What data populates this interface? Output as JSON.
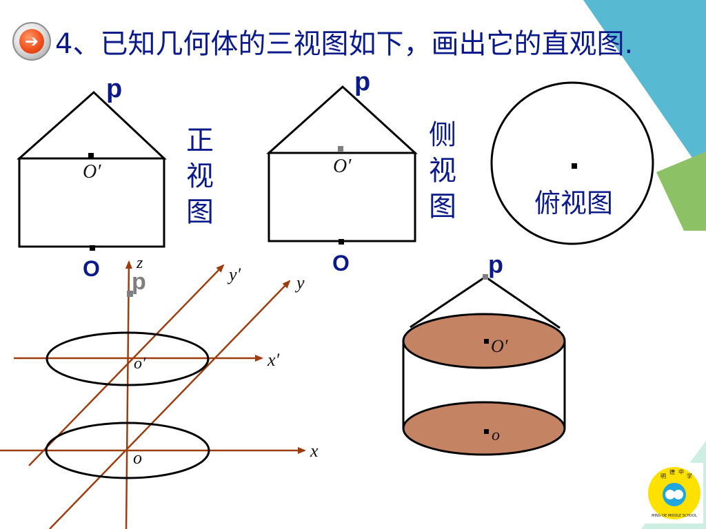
{
  "title": {
    "text": "4、已知几何体的三视图如下，画出它的直观图."
  },
  "views": {
    "front": {
      "label": "正视图",
      "label_chars": [
        "正",
        "视",
        "图"
      ],
      "apex": "p",
      "center": "O′",
      "base": "O"
    },
    "side": {
      "label": "侧视图",
      "label_chars": [
        "侧",
        "视",
        "图"
      ],
      "apex": "p",
      "center": "O′",
      "base": "O"
    },
    "top": {
      "label": "俯视图"
    }
  },
  "axes_figure": {
    "z": "z",
    "y_prime": "y′",
    "y": "y",
    "x_prime": "x′",
    "x": "x",
    "o_prime": "o′",
    "o": "o",
    "apex": "p"
  },
  "solid_figure": {
    "apex": "p",
    "top_center": "O′",
    "bottom_center": "o"
  },
  "logo": {
    "top_left": "明",
    "top_mid": "德",
    "top_right": "中",
    "top_far": "学",
    "ring_text": "MING DE MIDDLE SCHOOL"
  },
  "colors": {
    "title": "#0b1a8a",
    "axis_lines": "#9c3d10",
    "disk_fill": "#c48363",
    "teal_deco": "#4bb3cf",
    "green_deco": "#86bd5e",
    "logo_yellow": "#ffe100",
    "logo_blue": "#1fa6dc"
  },
  "icons": {
    "back": "arrow-right-icon"
  }
}
